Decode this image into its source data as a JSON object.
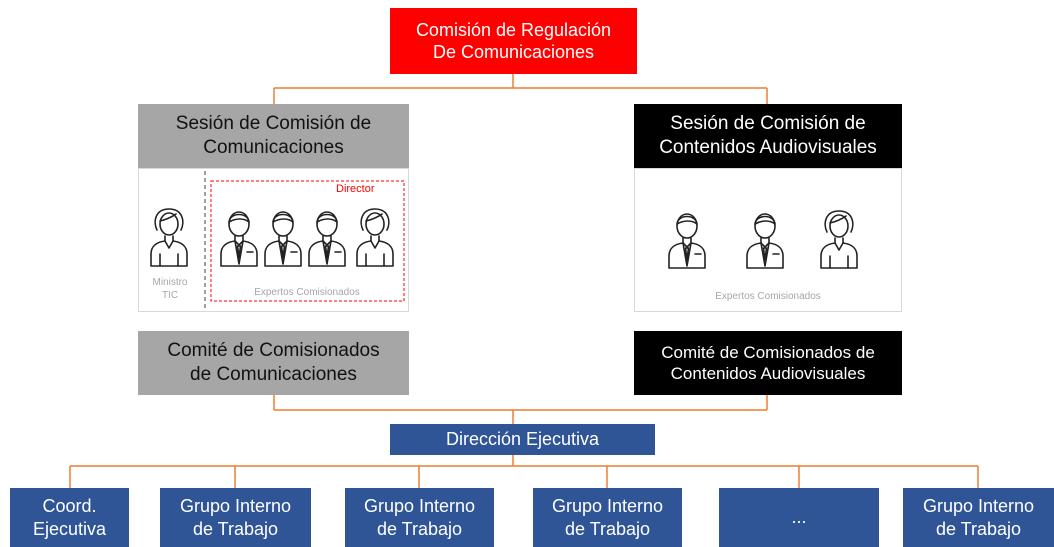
{
  "top": {
    "label": "Comisión de Regulación\nDe Comunicaciones"
  },
  "left_session": {
    "title": "Sesión de Comisión de\nComunicaciones",
    "minister_label": "Ministro\nTIC",
    "director_label": "Director",
    "experts_label": "Expertos Comisionados"
  },
  "right_session": {
    "title": "Sesión de Comisión de\nContenidos Audiovisuales",
    "experts_label": "Expertos Comisionados"
  },
  "left_committee": {
    "label": "Comité de Comisionados\nde Comunicaciones"
  },
  "right_committee": {
    "label": "Comité de Comisionados de\nContenidos Audiovisuales"
  },
  "direction": {
    "label": "Dirección Ejecutiva"
  },
  "units": [
    {
      "label": "Coord.\nEjecutiva"
    },
    {
      "label": "Grupo Interno\nde Trabajo"
    },
    {
      "label": "Grupo Interno\nde Trabajo"
    },
    {
      "label": "Grupo Interno\nde Trabajo"
    },
    {
      "label": "..."
    },
    {
      "label": "Grupo Interno\nde Trabajo"
    }
  ],
  "colors": {
    "connector": "#ed7d31",
    "top_box": "#ff0000",
    "left_boxes": "#a6a6a6",
    "right_boxes": "#000000",
    "blue_boxes": "#2f5597",
    "director_frame": "#ff0000"
  },
  "icons": {
    "female": "person-female-icon",
    "male": "person-male-icon"
  }
}
